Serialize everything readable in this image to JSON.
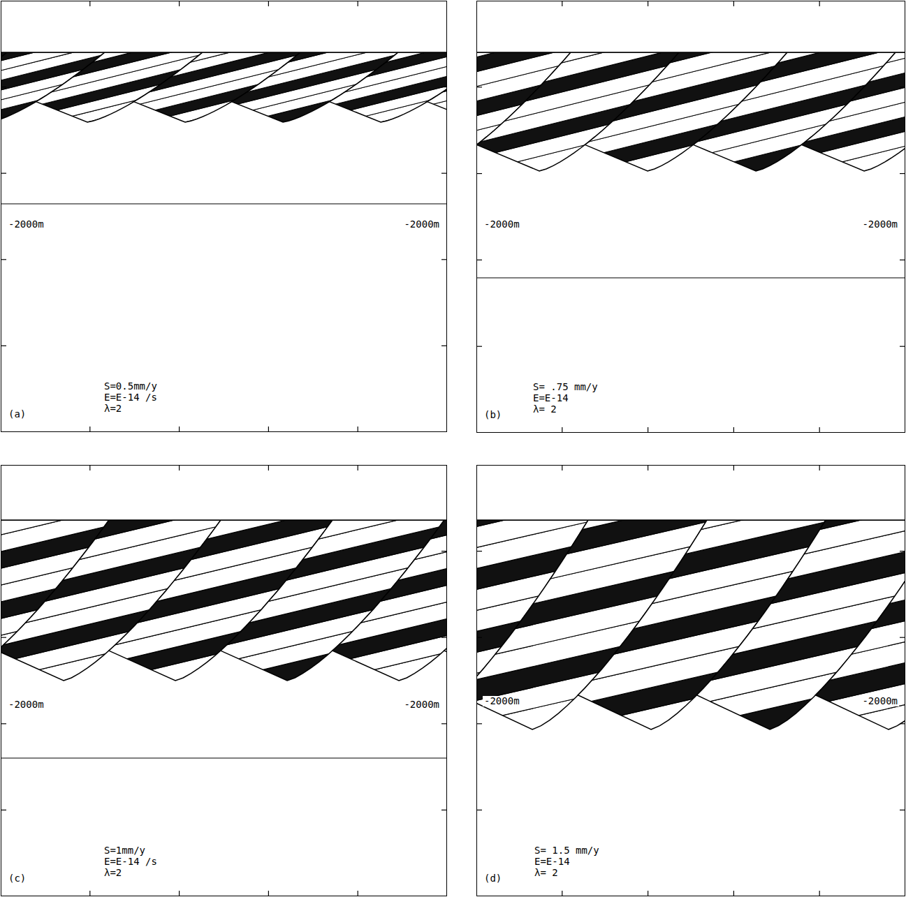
{
  "diagram": {
    "nodes": [
      {
        "text": [
          "-2000m",
          "-2000m",
          "S=0.5mm/y",
          "E=E-14 /s",
          "λ=2",
          "(a)"
        ]
      },
      {
        "text": [
          "-2000m",
          "-2000m",
          "S= .75 mm/y",
          "E=E-14",
          "λ= 2",
          "(b)"
        ]
      },
      {
        "text": [
          "-2000m",
          "-2000m",
          "S=1mm/y",
          "E=E-14 /s",
          "λ=2",
          "(c)"
        ]
      },
      {
        "text": [
          "-2000m",
          "-2000m",
          "S= 1.5 mm/y",
          "E=E-14",
          "λ= 2",
          "(d)"
        ]
      }
    ]
  }
}
